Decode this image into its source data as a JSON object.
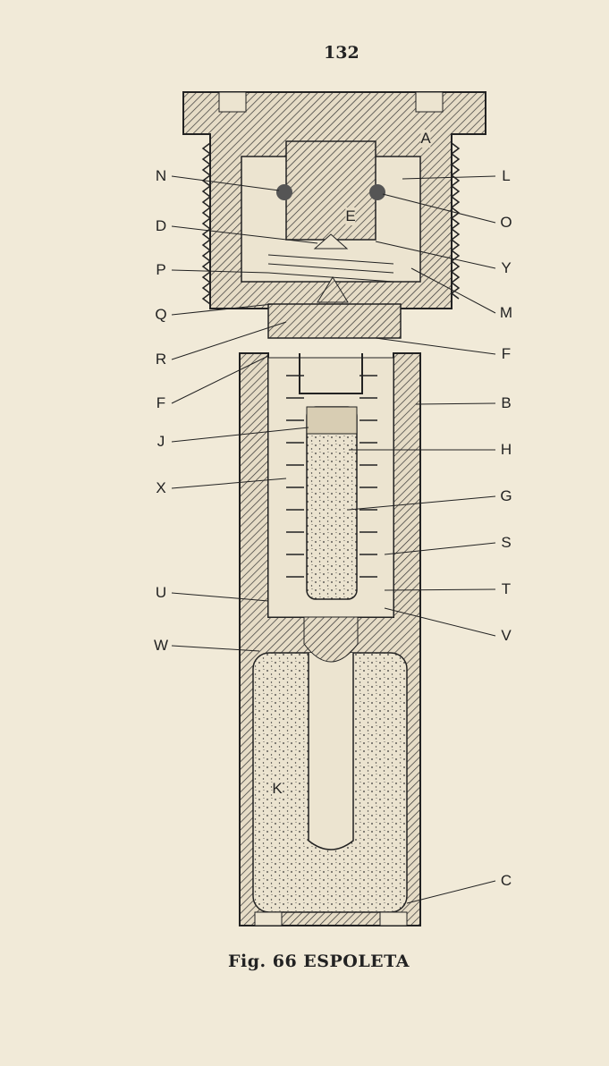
{
  "page_number": "132",
  "figure": {
    "caption": "Fig. 66 ESPOLETA",
    "labels_left": [
      "N",
      "D",
      "P",
      "Q",
      "R",
      "F",
      "J",
      "X",
      "U",
      "W"
    ],
    "labels_right": [
      "L",
      "O",
      "Y",
      "M",
      "F",
      "B",
      "H",
      "G",
      "S",
      "T",
      "V",
      "C"
    ],
    "labels_inner": {
      "A": "A",
      "E": "E",
      "K": "K"
    }
  }
}
